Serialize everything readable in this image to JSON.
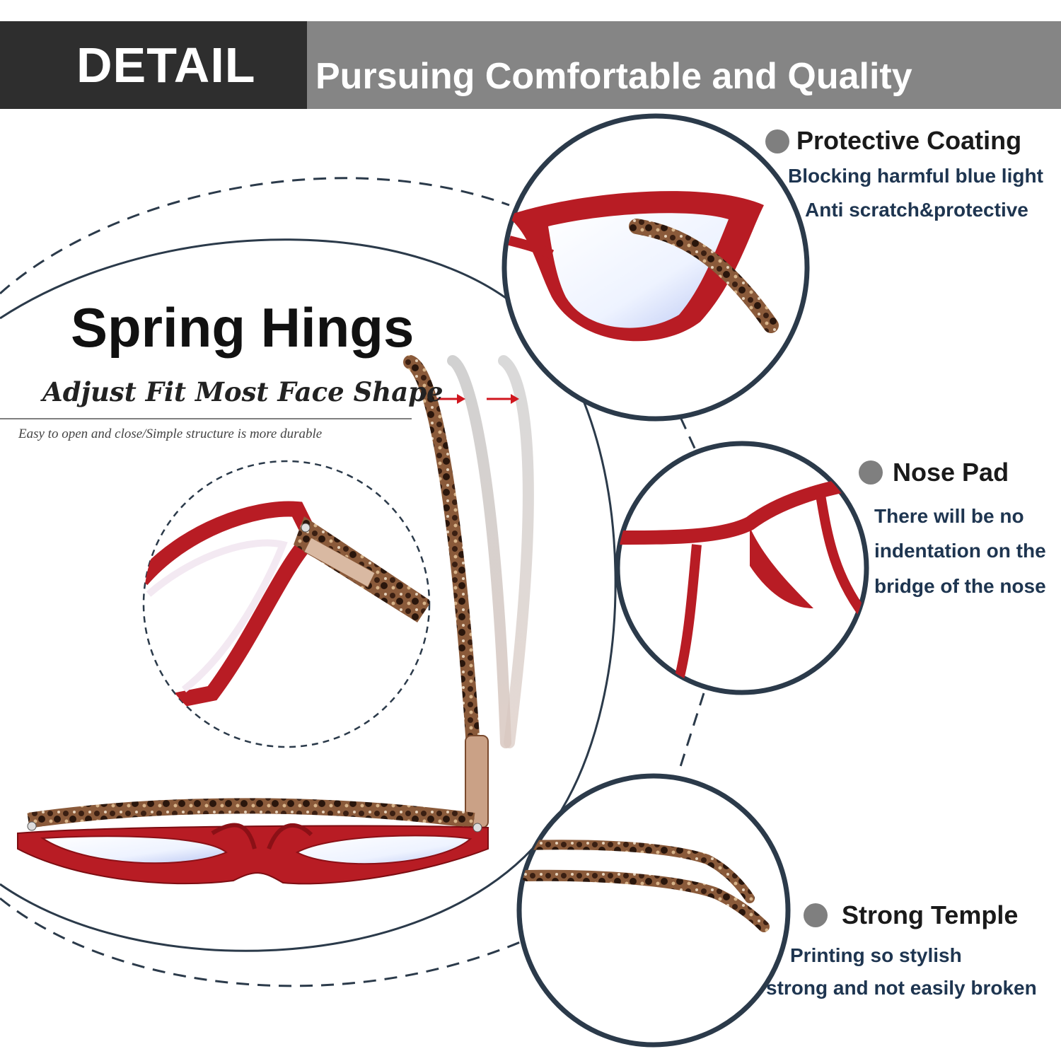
{
  "header": {
    "title": "DETAIL",
    "subtitle": "Pursuing Comfortable and Quality"
  },
  "hinge": {
    "title": "Spring Hings",
    "subtitle": "Adjust Fit Most Face Shape",
    "caption": "Easy to open and close/Simple structure is more durable"
  },
  "features": [
    {
      "title": "Protective Coating",
      "lines": [
        "Blocking harmful blue light",
        "Anti scratch&protective"
      ]
    },
    {
      "title": "Nose Pad",
      "lines": [
        "There will be no",
        "indentation on the",
        "bridge of the nose"
      ]
    },
    {
      "title": "Strong Temple",
      "lines": [
        "Printing so stylish",
        "strong and not easily broken"
      ]
    }
  ],
  "colors": {
    "frame_red": "#b81c24",
    "circle_outline": "#2b3a4a",
    "header_dark": "#2e2e2e",
    "header_gray": "#858585",
    "bullet_gray": "#7f7f7f",
    "tortoise": "#6b3f26"
  }
}
